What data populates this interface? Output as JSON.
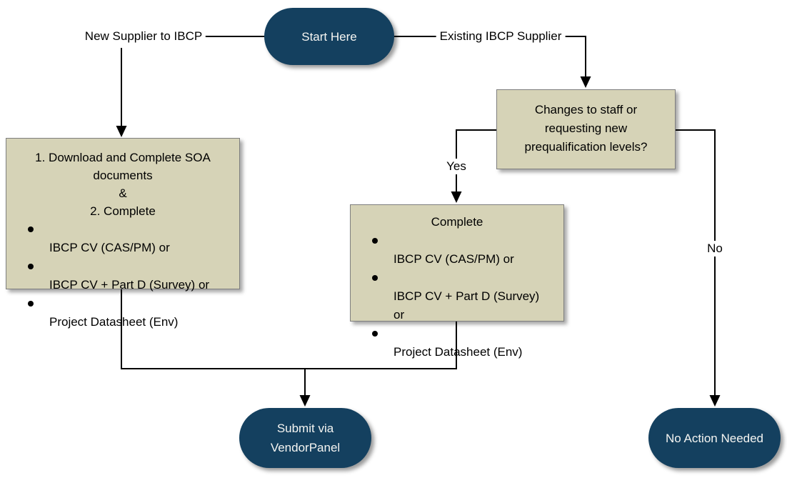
{
  "colors": {
    "terminal_fill": "#14405F",
    "terminal_text": "#F5F5F2",
    "process_fill": "#D6D3B7",
    "process_border": "#7F7F7F",
    "connector": "#000000"
  },
  "nodes": {
    "start": "Start Here",
    "submit": "Submit via\nVendorPanel",
    "no_action": "No Action Needed"
  },
  "edge_labels": {
    "new_supplier": "New Supplier to IBCP",
    "existing_supplier": "Existing IBCP Supplier",
    "yes": "Yes",
    "no": "No"
  },
  "left_box": {
    "title": "1. Download and Complete SOA\ndocuments\n&\n2. Complete",
    "bullets": [
      "IBCP CV (CAS/PM) or",
      "IBCP CV + Part D (Survey) or",
      "Project Datasheet (Env)"
    ]
  },
  "decision_box": {
    "question": "Changes to staff or\nrequesting new\nprequalification levels?"
  },
  "middle_box": {
    "title": "Complete",
    "bullets": [
      "IBCP CV (CAS/PM) or",
      "IBCP CV + Part D (Survey)\nor",
      "Project Datasheet (Env)"
    ]
  }
}
